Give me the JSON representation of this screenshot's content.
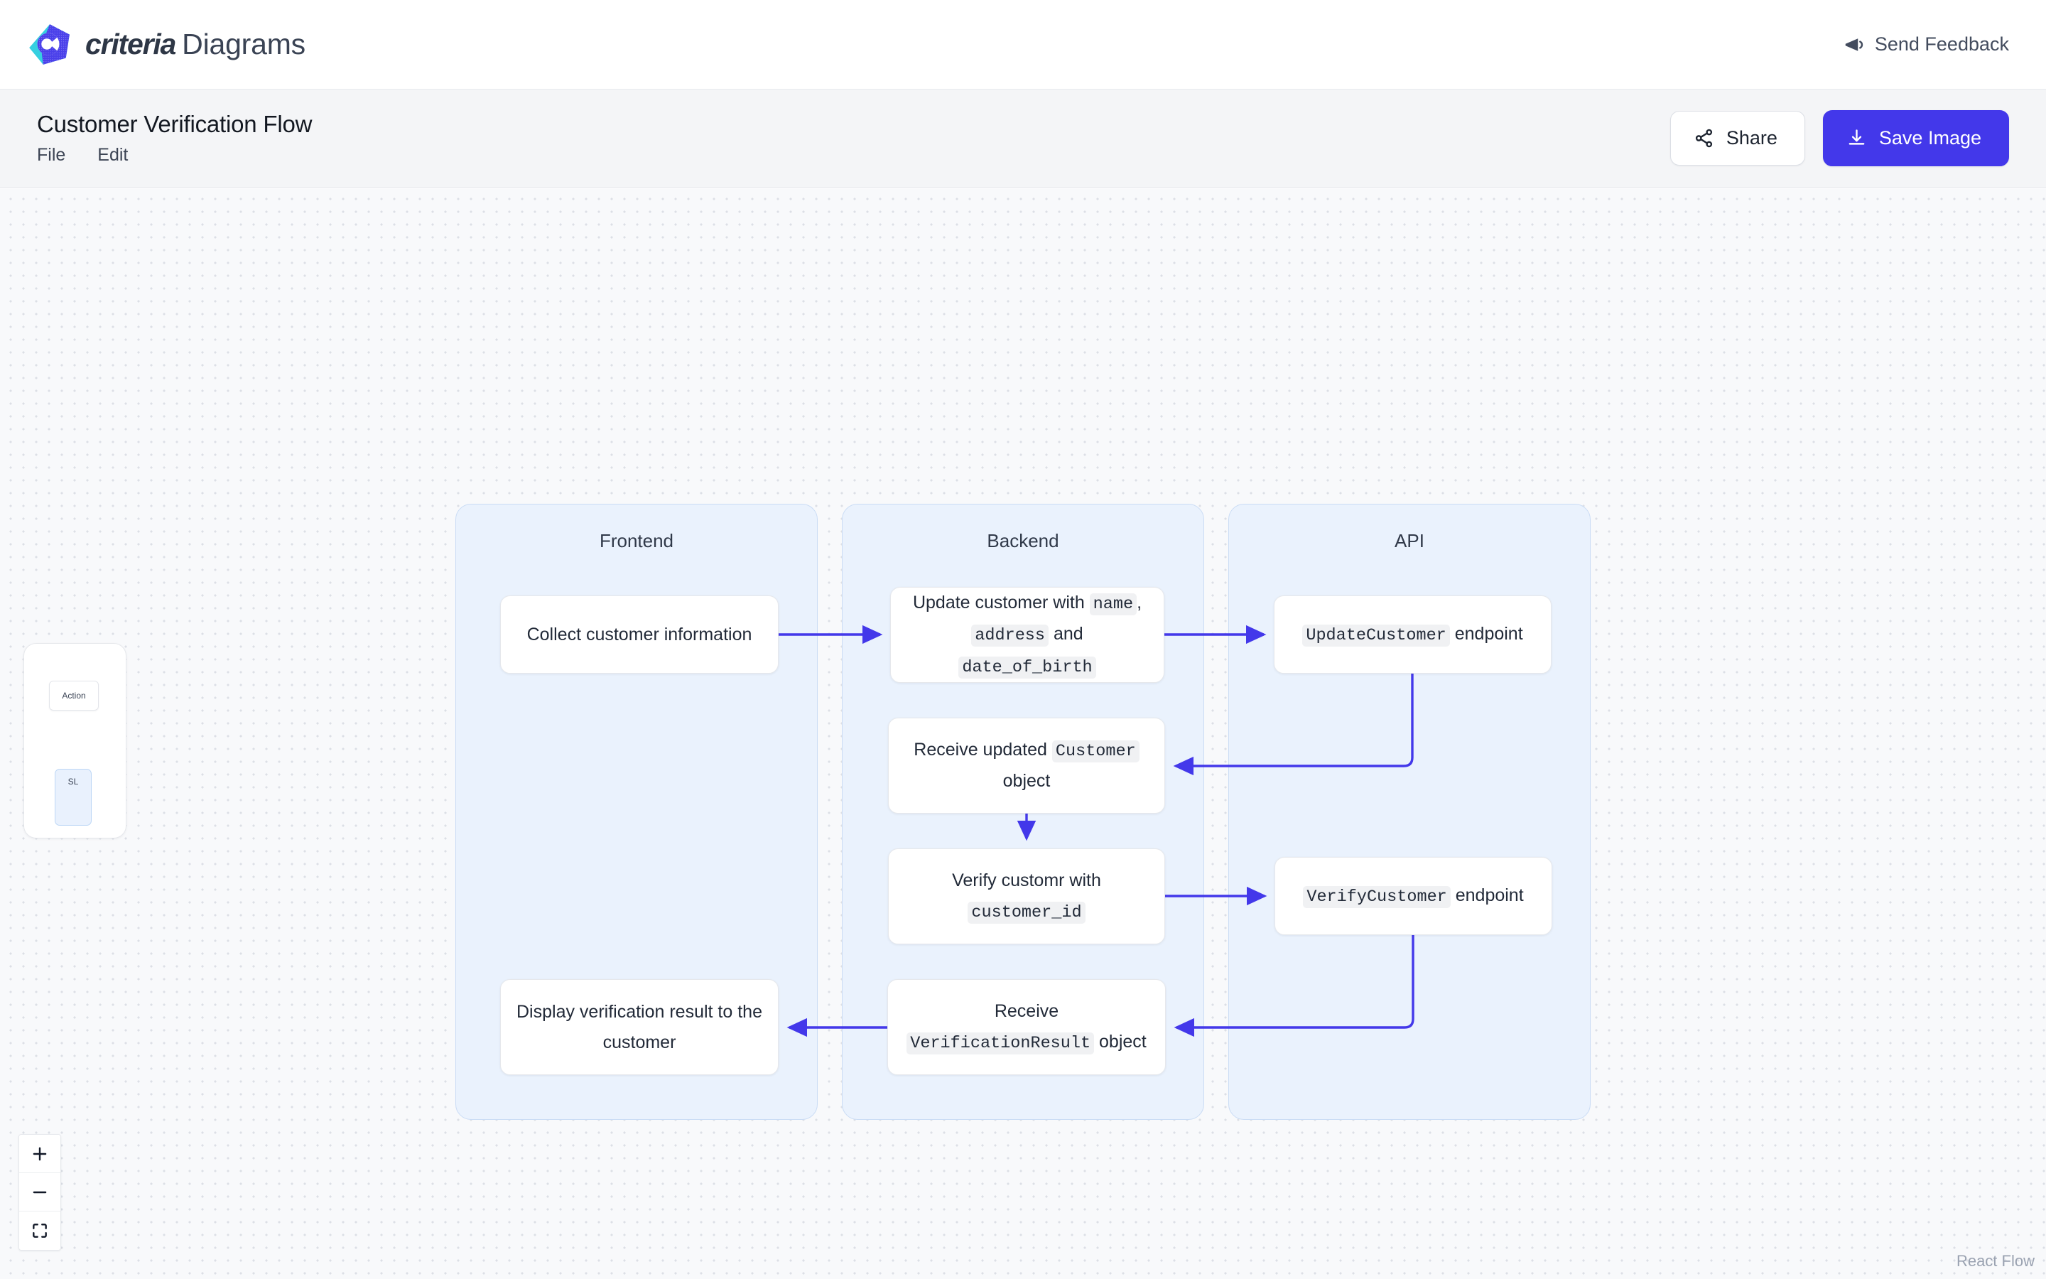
{
  "header": {
    "brand_name": "criteria",
    "brand_suffix": "Diagrams",
    "logo_icon": "criteria-logo-icon",
    "feedback_label": "Send Feedback",
    "feedback_icon": "megaphone-icon"
  },
  "toolbar": {
    "doc_title": "Customer Verification Flow",
    "menu": [
      {
        "label": "File",
        "name": "menu-file"
      },
      {
        "label": "Edit",
        "name": "menu-edit"
      }
    ],
    "share_label": "Share",
    "share_icon": "share-icon",
    "save_label": "Save Image",
    "save_icon": "download-icon",
    "accent_color": "#4338ea"
  },
  "palette": {
    "action_label": "Action",
    "lane_label": "SL"
  },
  "canvas": {
    "attribution": "React Flow",
    "edge_color": "#4338ea",
    "lane_fill": "#eaf2fd",
    "lane_border": "#cadcf5",
    "zoom_controls": [
      {
        "name": "zoom-in-button",
        "icon": "plus-icon"
      },
      {
        "name": "zoom-out-button",
        "icon": "minus-icon"
      },
      {
        "name": "fit-view-button",
        "icon": "fit-view-icon"
      }
    ]
  },
  "chart_data": {
    "type": "diagram",
    "title": "Customer Verification Flow",
    "lanes": [
      {
        "id": "frontend",
        "label": "Frontend"
      },
      {
        "id": "backend",
        "label": "Backend"
      },
      {
        "id": "api",
        "label": "API"
      }
    ],
    "nodes": [
      {
        "id": "collect",
        "lane": "frontend",
        "text": "Collect customer information",
        "parts": [
          {
            "t": "Collect customer information",
            "code": false
          }
        ]
      },
      {
        "id": "update",
        "lane": "backend",
        "text": "Update customer with name, address and date_of_birth",
        "parts": [
          {
            "t": "Update customer with ",
            "code": false
          },
          {
            "t": "name",
            "code": true
          },
          {
            "t": ", ",
            "code": false
          },
          {
            "t": "address",
            "code": true
          },
          {
            "t": " and ",
            "code": false
          },
          {
            "t": "date_of_birth",
            "code": true
          }
        ]
      },
      {
        "id": "update-endpoint",
        "lane": "api",
        "text": "UpdateCustomer endpoint",
        "parts": [
          {
            "t": "UpdateCustomer",
            "code": true
          },
          {
            "t": " endpoint",
            "code": false
          }
        ]
      },
      {
        "id": "receive-customer",
        "lane": "backend",
        "text": "Receive updated Customer object",
        "parts": [
          {
            "t": "Receive updated ",
            "code": false
          },
          {
            "t": "Customer",
            "code": true
          },
          {
            "t": " object",
            "code": false
          }
        ]
      },
      {
        "id": "verify-customer",
        "lane": "backend",
        "text": "Verify customr with customer_id",
        "parts": [
          {
            "t": "Verify customr with ",
            "code": false
          },
          {
            "t": "customer_id",
            "code": true
          }
        ]
      },
      {
        "id": "verify-endpoint",
        "lane": "api",
        "text": "VerifyCustomer endpoint",
        "parts": [
          {
            "t": "VerifyCustomer",
            "code": true
          },
          {
            "t": " endpoint",
            "code": false
          }
        ]
      },
      {
        "id": "receive-result",
        "lane": "backend",
        "text": "Receive VerificationResult object",
        "parts": [
          {
            "t": "Receive ",
            "code": false
          },
          {
            "t": "VerificationResult",
            "code": true
          },
          {
            "t": " object",
            "code": false
          }
        ]
      },
      {
        "id": "display-result",
        "lane": "frontend",
        "text": "Display verification result to the customer",
        "parts": [
          {
            "t": "Display verification result to the customer",
            "code": false
          }
        ]
      }
    ],
    "edges": [
      {
        "from": "collect",
        "to": "update"
      },
      {
        "from": "update",
        "to": "update-endpoint"
      },
      {
        "from": "update-endpoint",
        "to": "receive-customer"
      },
      {
        "from": "receive-customer",
        "to": "verify-customer"
      },
      {
        "from": "verify-customer",
        "to": "verify-endpoint"
      },
      {
        "from": "verify-endpoint",
        "to": "receive-result"
      },
      {
        "from": "receive-result",
        "to": "display-result"
      }
    ]
  }
}
